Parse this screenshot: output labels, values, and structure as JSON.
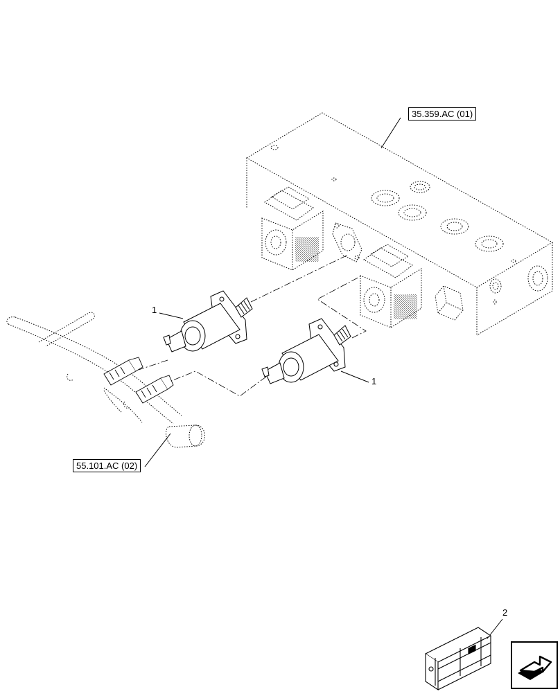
{
  "references": {
    "valve_block": "35.359.AC (01)",
    "harness": "55.101.AC (02)"
  },
  "callouts": {
    "solenoid_upper": "1",
    "solenoid_lower": "1",
    "kit": "2"
  },
  "icons": {
    "next_page": "next-page-arrow-icon",
    "kit": "crate-icon"
  },
  "colors": {
    "line": "#000000",
    "background": "#ffffff"
  }
}
